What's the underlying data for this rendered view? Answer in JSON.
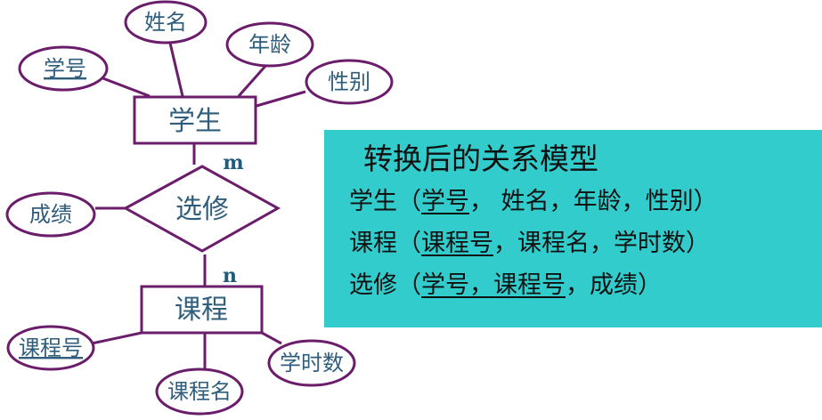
{
  "entities": {
    "student": "学生",
    "course": "课程"
  },
  "relationship": "选修",
  "cardinality": {
    "student_side": "m",
    "course_side": "n"
  },
  "attributes": {
    "student_id": "学号",
    "name": "姓名",
    "age": "年龄",
    "gender": "性别",
    "grade": "成绩",
    "course_id": "课程号",
    "course_name": "课程名",
    "hours": "学时数"
  },
  "model": {
    "title": "转换后的关系模型",
    "student": {
      "name": "学生",
      "open": "（",
      "key": "学号",
      "rest": "，  姓名，年龄，性别）"
    },
    "course": {
      "name": "课程",
      "open": "（",
      "key": "课程号",
      "rest": "，课程名，学时数）"
    },
    "select": {
      "name": "选修",
      "open": "（",
      "key": "学号，课程号",
      "rest": "，成绩）"
    }
  },
  "colors": {
    "outline": "#6b1d6b",
    "label": "#2f5d7c",
    "panel": "#33cccc"
  }
}
